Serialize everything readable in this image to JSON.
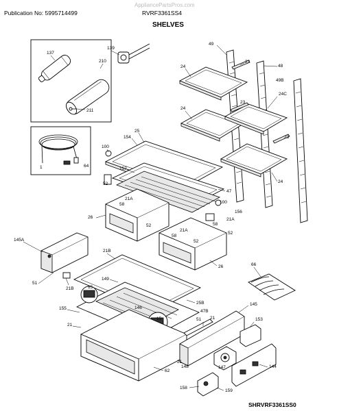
{
  "header": {
    "publication": "Publication No: 5995714499",
    "watermark": "AppliancePartsPros.com",
    "model": "RVRF3361SS4",
    "section_title": "SHELVES"
  },
  "footer": {
    "diagram_code": "SHRVRF3361SS0"
  },
  "callouts": {
    "c137": "137",
    "c139": "139",
    "c210": "210",
    "c211": "211",
    "c1": "1",
    "c64": "64",
    "c49": "49",
    "c23a": "23",
    "c48": "48",
    "c49b": "49B",
    "c24a": "24",
    "c24b": "24",
    "c23b": "23",
    "c24c": "24C",
    "c23c": "23",
    "c24d": "24",
    "c25": "25",
    "c154": "154",
    "c100a": "100",
    "c157": "157",
    "c47": "47",
    "c52a": "52",
    "c21a_a": "21A",
    "c58a": "58",
    "c100b": "100",
    "c156": "156",
    "c26a": "26",
    "c52b": "52",
    "c58b": "58",
    "c21a_b": "21A",
    "c52c": "52",
    "c21a_c": "21A",
    "c58c": "58",
    "c52d": "52",
    "c26b": "26",
    "c145a": "145A",
    "c51a": "51",
    "c21b_a": "21B",
    "c21b_b": "21B",
    "c149": "149",
    "c15a": "15",
    "c146": "146",
    "c25b": "25B",
    "c47b": "47B",
    "c155": "155",
    "c21c": "21",
    "c15b": "15",
    "c62": "62",
    "c66": "66",
    "c145": "145",
    "c51b": "51",
    "c21d": "21",
    "c153": "153",
    "c21e": "21",
    "c148": "148",
    "c147": "147",
    "c144": "144",
    "c158": "158",
    "c159": "159"
  }
}
